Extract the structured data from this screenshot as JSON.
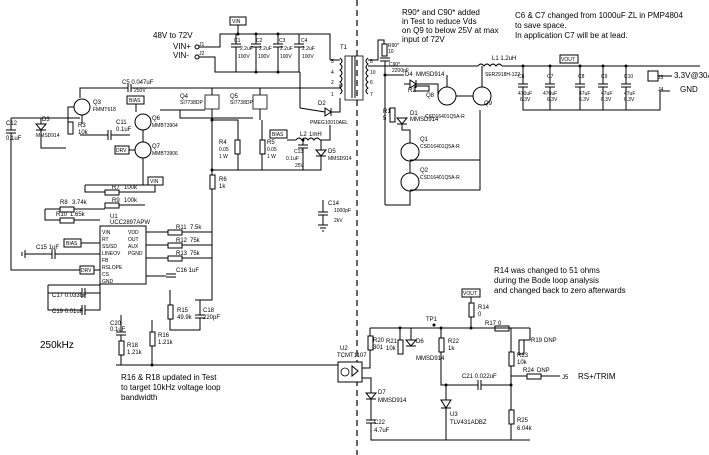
{
  "notes": {
    "ws_note": [
      "R90* and C90* added",
      "in Test to reduce Vds",
      "on Q9 to below 25V at max",
      "input of 72V"
    ],
    "c6c7_note": [
      "C6 & C7 changed from 1000uF ZL in PMP4804",
      "to save space.",
      "In application C7 will be at lead."
    ],
    "r14_note": [
      "R14 was changed to 51 ohms",
      "during the Bode loop analysis",
      "and changed back to zero afterwards"
    ],
    "r16_note": [
      "R16 & R18 updated in Test",
      "to target 10kHz voltage loop",
      "bandwidth"
    ],
    "freq": "250kHz"
  },
  "labels": {
    "vin_range": "48V to 72V",
    "vin_plus": "VIN+",
    "vin_minus": "VIN-",
    "vin_flag": "VIN",
    "vout_flag": "VOUT",
    "bias_flag": "BIAS",
    "drv_flag": "DRV",
    "out_label": "3.3V@30A",
    "gnd_label": "GND",
    "trim_label": "RS+/TRIM",
    "tp1": "TP1"
  },
  "components": {
    "c1": [
      "C1",
      "2.2uF",
      "100V"
    ],
    "c2": [
      "C2",
      "2.2uF",
      "100V"
    ],
    "c3": [
      "C3",
      "2.2uF",
      "100V"
    ],
    "c4": [
      "C4",
      "2.2uF",
      "100V"
    ],
    "j1": "J1",
    "j2": "J2",
    "t1": "T1",
    "c5": "C5 0.047uF",
    "c5v": "250V",
    "r90": "R90*",
    "r90v": "10",
    "c90": "C90*",
    "c90v": "2200pF",
    "q3": [
      "Q3",
      "FMMT618"
    ],
    "d3": "D3",
    "d3p": "MMSD914",
    "r3": [
      "R3",
      "10k"
    ],
    "c12": [
      "C12",
      "0.1uF"
    ],
    "c11": [
      "C11",
      "0.1uF"
    ],
    "q6": [
      "Q6",
      "MMBT3904"
    ],
    "q7": [
      "Q7",
      "MMBT3906"
    ],
    "q4": [
      "Q4",
      "SI7738DP"
    ],
    "q5": [
      "Q5",
      "SI7738DP"
    ],
    "d2": "D2",
    "d2p": "PMEG10010AEL",
    "r4": [
      "R4",
      "0.05",
      "1 W"
    ],
    "r5": [
      "R5",
      "0.05",
      "1 W"
    ],
    "l2": [
      "L2",
      "1mH"
    ],
    "c13": [
      "C13",
      "0.1uF",
      "25V"
    ],
    "d5": [
      "D5",
      "MMSD914"
    ],
    "r6": [
      "R6",
      "1k"
    ],
    "r7": [
      "R7",
      "100k"
    ],
    "r8": [
      "R8",
      "3.74k"
    ],
    "r9": [
      "R9",
      "100k"
    ],
    "r10": [
      "R10",
      "1.65k"
    ],
    "u1": [
      "U1",
      "UCC2897APW"
    ],
    "c15": "C15 1uF",
    "r11": [
      "R11",
      "7.5k"
    ],
    "r12": [
      "R12",
      "75k"
    ],
    "r13": [
      "R13",
      "75k"
    ],
    "c16": "C16 1uF",
    "c17": "C17 0.033uF",
    "c19": "C19 0.01uF",
    "r15": [
      "R15",
      "49.9k"
    ],
    "c18": [
      "C18",
      "220pF"
    ],
    "c20": [
      "C20",
      "0.1uF"
    ],
    "r16": [
      "R16",
      "1.21k"
    ],
    "r18": [
      "R18",
      "1.21k"
    ],
    "c14": [
      "C14",
      "1000pF",
      "2kV"
    ],
    "l1": "L1 1.2uH",
    "l1p": "SER2918H-122",
    "d4": "D4",
    "d4p": "MMSD914",
    "r2": "R2",
    "q8": "Q8",
    "q9": "Q9",
    "q9p": "CSD16401Q5A-R",
    "r1": [
      "R1",
      "5"
    ],
    "d1": [
      "D1",
      "MMSD914"
    ],
    "q1": [
      "Q1",
      "CSD16401Q5A-R"
    ],
    "q2": [
      "Q2",
      "CSD16401Q5A-R"
    ],
    "c6": [
      "C6",
      "470uF",
      "6.3V"
    ],
    "c7": [
      "C7",
      "470uF",
      "6.3V"
    ],
    "c8": [
      "C8",
      "47uF",
      "6.3V"
    ],
    "c9": [
      "C9",
      "47uF",
      "6.3V"
    ],
    "c10": [
      "C10",
      "47uF",
      "6.3V"
    ],
    "j3": "J3",
    "j4": "J4",
    "u2": [
      "U2",
      "TCMT1107"
    ],
    "r20": [
      "R20",
      "301"
    ],
    "r21": [
      "R21",
      "10k"
    ],
    "d6": [
      "D6",
      "MMSD914"
    ],
    "r22": [
      "R22",
      "1k"
    ],
    "r14": [
      "R14",
      "0"
    ],
    "r17": [
      "R17",
      "0"
    ],
    "r19": [
      "R19",
      "DNP"
    ],
    "r23": [
      "R23",
      "10k"
    ],
    "r24": [
      "R24",
      "DNP"
    ],
    "c21": "C21 0.022uF",
    "d7": [
      "D7",
      "MMSD914"
    ],
    "u3": [
      "U3",
      "TLV431ADBZ"
    ],
    "c22": [
      "C22",
      "4.7uF"
    ],
    "r25": [
      "R25",
      "6.04k"
    ],
    "j5": "J5"
  },
  "u1_pins": [
    "VIN",
    "RT",
    "SS/SD",
    "LINEOV",
    "FB",
    "RSLOPE",
    "CS",
    "GND"
  ],
  "u1_pins_r": [
    "VDD",
    "OUT",
    "AUX",
    "PGND"
  ]
}
